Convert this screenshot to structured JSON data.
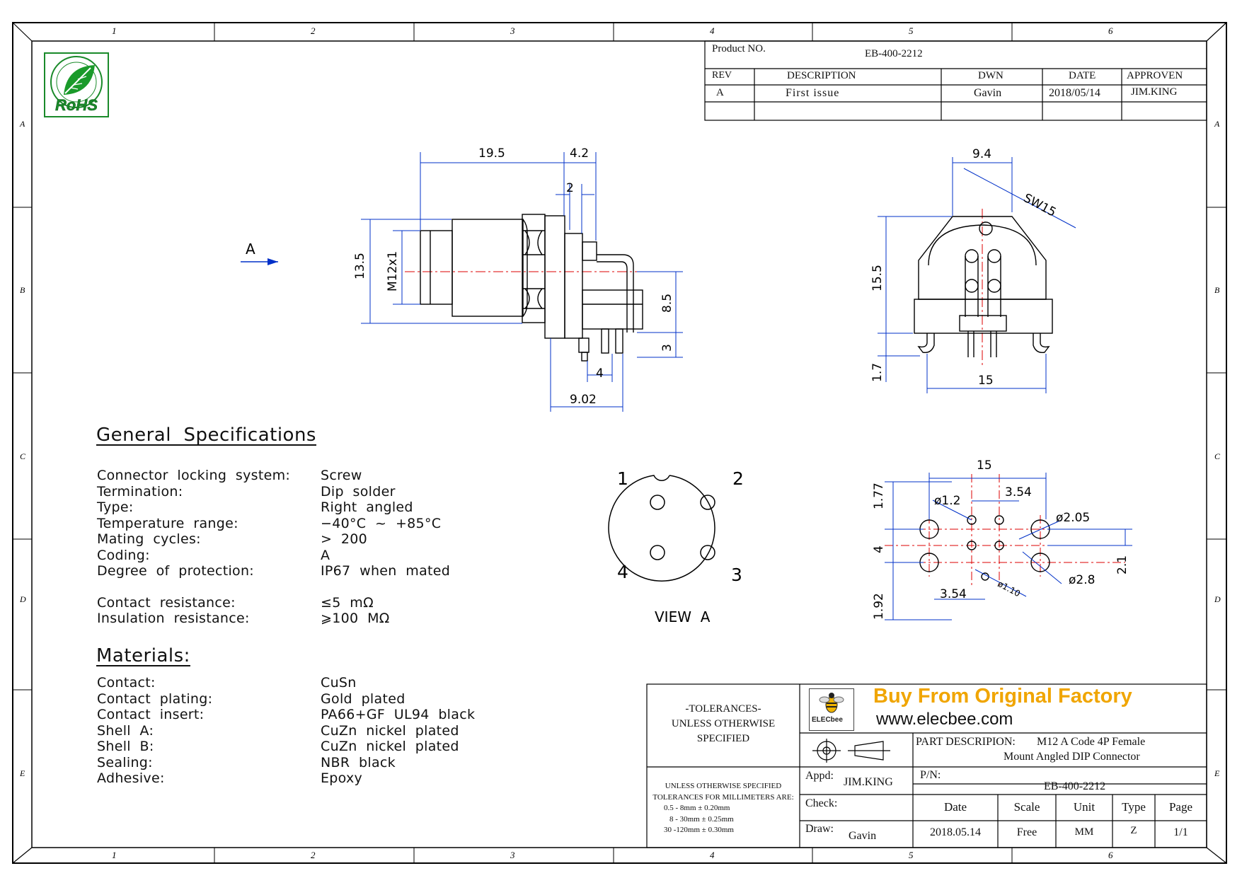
{
  "border": {
    "col_labels": [
      "1",
      "2",
      "3",
      "4",
      "5",
      "6"
    ],
    "row_labels": [
      "A",
      "B",
      "C",
      "D",
      "E"
    ]
  },
  "logo": {
    "text": "RoHS"
  },
  "revision_block": {
    "product_no_label": "Product NO.",
    "product_no": "EB-400-2212",
    "headers": [
      "REV",
      "DESCRIPTION",
      "DWN",
      "DATE",
      "APPROVEN"
    ],
    "rows": [
      [
        "A",
        "First issue",
        "Gavin",
        "2018/05/14",
        "JIM.KING"
      ]
    ]
  },
  "side_view": {
    "view_marker": "A",
    "dims": {
      "d19_5": "19.5",
      "d4_2": "4.2",
      "d2": "2",
      "d13_5": "13.5",
      "m12": "M12x1",
      "d8_5": "8.5",
      "d3": "3",
      "d4": "4",
      "d9_02": "9.02"
    }
  },
  "front_view": {
    "dims": {
      "d9_4": "9.4",
      "sw15": "SW15",
      "d15_5": "15.5",
      "d1_7": "1.7",
      "d15": "15"
    }
  },
  "pcb_view": {
    "dims": {
      "d15": "15",
      "d1_77": "1.77",
      "d1_2": "ø1.2",
      "d3_54a": "3.54",
      "d2_05": "ø2.05",
      "d4": "4",
      "d2_1": "2.1",
      "d2_8": "ø2.8",
      "d1_10": "ø1.10",
      "d3_54b": "3.54",
      "d1_92": "1.92"
    }
  },
  "view_a": {
    "pins": [
      "1",
      "2",
      "3",
      "4"
    ],
    "caption": "VIEW  A"
  },
  "general_specifications": {
    "title": "General  Specifications",
    "rows": [
      {
        "label": "Connector  locking  system:",
        "value": "Screw"
      },
      {
        "label": "Termination:",
        "value": "Dip  solder"
      },
      {
        "label": "Type:",
        "value": "Right  angled"
      },
      {
        "label": "Temperature  range:",
        "value": "−40°C  ~  +85°C"
      },
      {
        "label": "Mating  cycles:",
        "value": ">  200"
      },
      {
        "label": "Coding:",
        "value": "A"
      },
      {
        "label": "Degree  of  protection:",
        "value": "IP67  when  mated"
      },
      {
        "label": "Contact  resistance:",
        "value": "≤5  mΩ"
      },
      {
        "label": "Insulation  resistance:",
        "value": "⩾100  MΩ"
      }
    ]
  },
  "materials": {
    "title": "Materials:",
    "rows": [
      {
        "label": "Contact:",
        "value": "CuSn"
      },
      {
        "label": "Contact  plating:",
        "value": "Gold  plated"
      },
      {
        "label": "Contact  insert:",
        "value": "PA66+GF  UL94  black"
      },
      {
        "label": "Shell  A:",
        "value": "CuZn  nickel  plated"
      },
      {
        "label": "Shell  B:",
        "value": "CuZn  nickel  plated"
      },
      {
        "label": "Sealing:",
        "value": "NBR  black"
      },
      {
        "label": "Adhesive:",
        "value": "Epoxy"
      }
    ]
  },
  "title_block": {
    "tolerances_title": [
      "-TOLERANCES-",
      "UNLESS OTHERWISE",
      "SPECIFIED"
    ],
    "tolerance_notes": [
      "UNLESS OTHERWISE SPECIFIED",
      "TOLERANCES FOR MILLIMETERS ARE:",
      "0.5 - 8mm ± 0.20mm",
      "8 - 30mm ± 0.25mm",
      "30 -120mm ± 0.30mm"
    ],
    "brand_logo_text": "ELECbee",
    "buy_text": "Buy From Original Factory",
    "website": "www.elecbee.com",
    "part_description_label": "PART DESCRIPION:",
    "part_description_1": "M12 A Code 4P Female",
    "part_description_2": "Mount Angled DIP Connector",
    "appd_label": "Appd:",
    "appd_value": "JIM.KING",
    "pn_label": "P/N:",
    "pn_value": "EB-400-2212",
    "check_label": "Check:",
    "draw_label": "Draw:",
    "draw_value": "Gavin",
    "headers": [
      "Date",
      "Scale",
      "Unit",
      "Type",
      "Page"
    ],
    "values": [
      "2018.05.14",
      "Free",
      "MM",
      "Z",
      "1/1"
    ],
    "accent_color": "#f0a500"
  }
}
